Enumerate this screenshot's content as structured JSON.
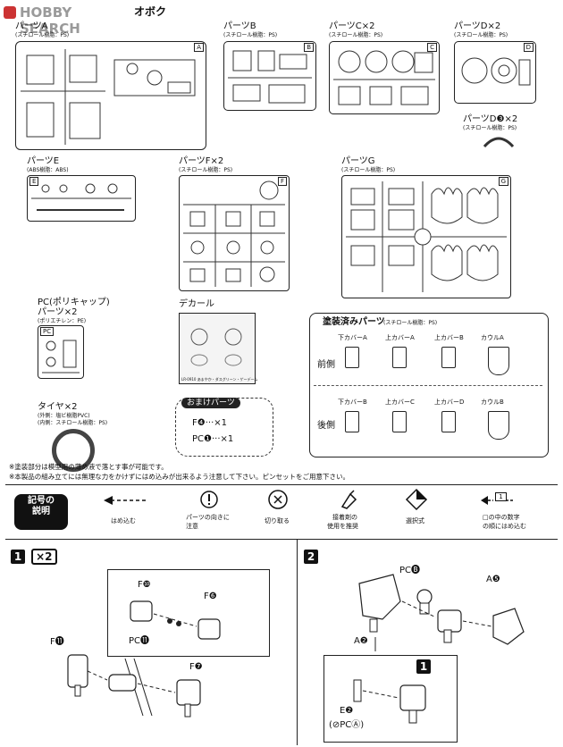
{
  "watermark": "HOBBY SEARCH",
  "top_left_fragment": "オボク",
  "parts": {
    "a": {
      "name": "パーツA",
      "material": "(スチロール樹脂：PS)",
      "tag": "A"
    },
    "b": {
      "name": "パーツB",
      "material": "(スチロール樹脂：PS)",
      "tag": "B"
    },
    "c": {
      "name": "パーツC×2",
      "material": "(スチロール樹脂：PS)",
      "tag": "C"
    },
    "d": {
      "name": "パーツD×2",
      "material": "(スチロール樹脂：PS)",
      "tag": "D"
    },
    "d3": {
      "name": "パーツD❸×2",
      "material": "(スチロール樹脂：PS)"
    },
    "e": {
      "name": "パーツE",
      "material": "(ABS樹脂：ABS)",
      "tag": "E"
    },
    "f": {
      "name": "パーツF×2",
      "material": "(スチロール樹脂：PS)",
      "tag": "F"
    },
    "g": {
      "name": "パーツG",
      "material": "(スチロール樹脂：PS)",
      "tag": "G"
    },
    "pc": {
      "name1": "PC(ポリキャップ)",
      "name2": "パーツ×2",
      "material": "(ポリエチレン：PE)",
      "tag": "PC"
    },
    "decal": {
      "name": "デカール",
      "code": "LR-0910 あまやか・ダスグリーン・ゲーデーム"
    },
    "tire": {
      "name": "タイヤ×2",
      "material1": "(外側：塩ビ樹脂PVC)",
      "material2": "(内側：スチロール樹脂：PS)"
    }
  },
  "painted": {
    "title": "塗装済みパーツ",
    "material": "(スチロール樹脂：PS)",
    "front_label": "前側",
    "back_label": "後側",
    "front_items": [
      "下カバーA",
      "上カバーA",
      "上カバーB",
      "カウルA"
    ],
    "back_items": [
      "下カバーB",
      "上カバーC",
      "上カバーD",
      "カウルB"
    ]
  },
  "extra": {
    "title": "おまけパーツ",
    "row1": "F❹···×1",
    "row2": "PC❶···×1"
  },
  "notes": [
    "※塗装部分は模型用の薄め液で落とす事が可能です。",
    "※本製品の組み立てには無理な力をかけずにはめ込みが出来るよう注意して下さい。ピンセットをご用意下さい。"
  ],
  "legend": {
    "title1": "記号の",
    "title2": "説明",
    "items": [
      {
        "label": "はめ込む",
        "icon": "arrow-dashed-icon"
      },
      {
        "label1": "パーツの向きに",
        "label2": "注意",
        "icon": "caution-icon"
      },
      {
        "label": "切り取る",
        "icon": "cut-icon"
      },
      {
        "label1": "接着剤の",
        "label2": "使用を推奨",
        "icon": "glue-icon"
      },
      {
        "label": "選択式",
        "icon": "choice-icon"
      },
      {
        "label1": "□の中の数字",
        "label2": "の順にはめ込む",
        "icon": "numbered-arrow-icon",
        "box_num": "1"
      }
    ]
  },
  "step1": {
    "number": "1",
    "multiplier": "×2",
    "labels": {
      "f10": "F❿",
      "f6": "F❻",
      "f11": "F⓫",
      "pc": "PC⓫",
      "f7": "F❼"
    }
  },
  "step2": {
    "number": "2",
    "labels": {
      "pcb": "PC🅑",
      "a5": "A❺",
      "a2": "A❷",
      "e2": "E❷",
      "pca": "(⊘PCⒶ)",
      "inset": "1"
    }
  }
}
